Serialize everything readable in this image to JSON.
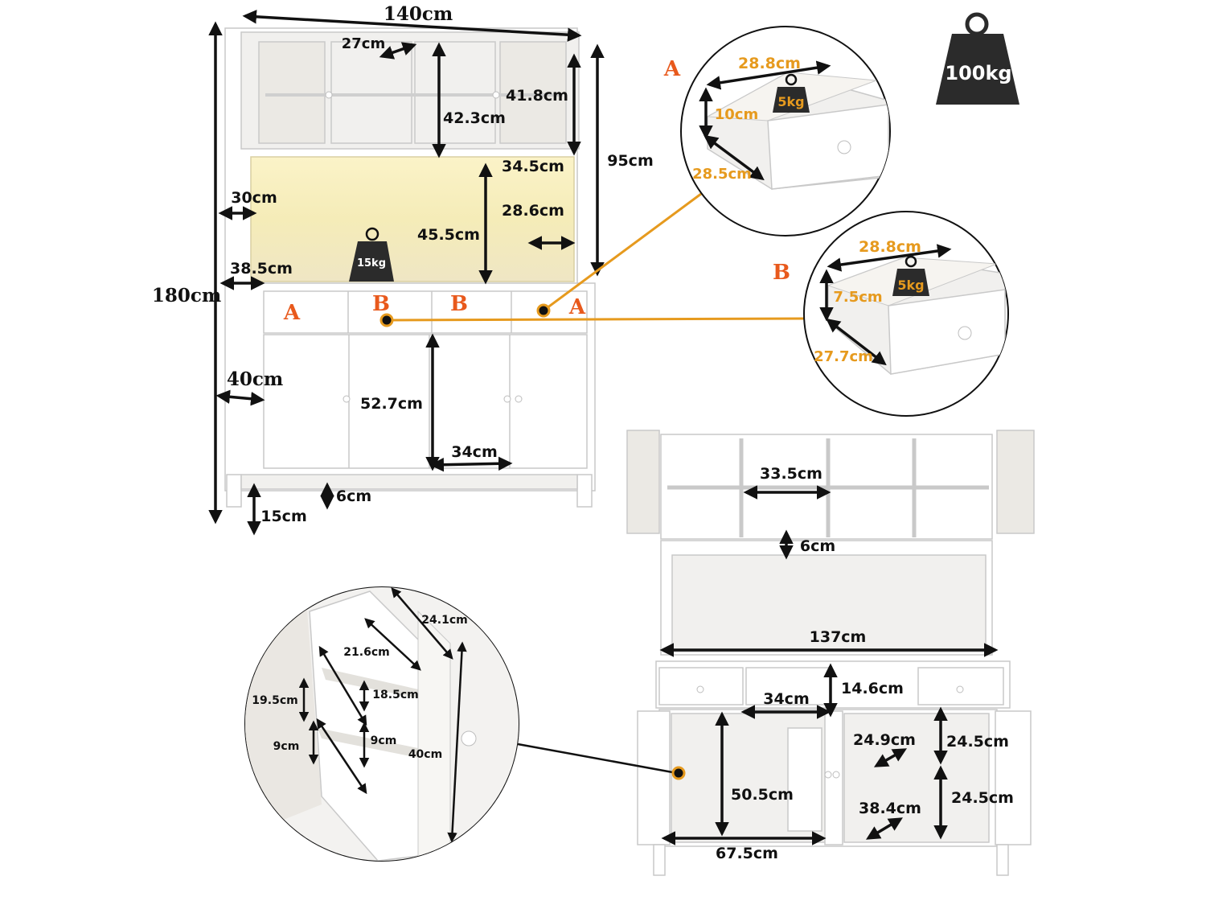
{
  "overall": {
    "width": "140cm",
    "height": "180cm",
    "depth": "40cm",
    "hutch_height": "95cm",
    "capacity": "100kg"
  },
  "front_view": {
    "shelf_width_top": "27cm",
    "shelf_height_top": "42.3cm",
    "glass_door_height": "41.8cm",
    "glass_depth": "34.5cm",
    "hutch_depth": "30cm",
    "open_area_height": "45.5cm",
    "open_area_depth": "28.6cm",
    "counter_depth": "38.5cm",
    "counter_load": "15kg",
    "cabinet_door_height": "52.7cm",
    "cabinet_inner_width": "34cm",
    "bottom_gap": "6cm",
    "leg_height": "15cm",
    "drawer_labels": [
      "A",
      "B",
      "B",
      "A"
    ]
  },
  "drawer_a": {
    "label": "A",
    "width": "28.8cm",
    "height": "10cm",
    "depth": "28.5cm",
    "load": "5kg"
  },
  "drawer_b": {
    "label": "B",
    "width": "28.8cm",
    "height": "7.5cm",
    "depth": "27.7cm",
    "load": "5kg"
  },
  "door_detail": {
    "door_depth": "24.1cm",
    "rack_width": "21.6cm",
    "left_shelf_height": "19.5cm",
    "inner_shelf_height": "18.5cm",
    "left_lower_height": "9cm",
    "inner_lower_height": "9cm",
    "door_height": "40cm"
  },
  "open_view": {
    "cubby_width": "33.5cm",
    "shelf_gap": "6cm",
    "inner_width": "137cm",
    "drawer_height": "14.6cm",
    "drawer_width": "34cm",
    "cabinet_height": "50.5cm",
    "cabinet_width": "67.5cm",
    "door_rack_width": "24.9cm",
    "door_upper_height": "24.5cm",
    "door_lower_height": "24.5cm",
    "cabinet_depth": "38.4cm"
  },
  "colors": {
    "dimension_text": "#111111",
    "callout_text": "#e69a1e",
    "drawer_letter": "#e8591c",
    "weight_icon": "#2b2b2b",
    "led_glow": "#f5ecb8"
  },
  "icons": [
    "weight-icon",
    "dimension-arrow-icon",
    "knob-icon"
  ]
}
